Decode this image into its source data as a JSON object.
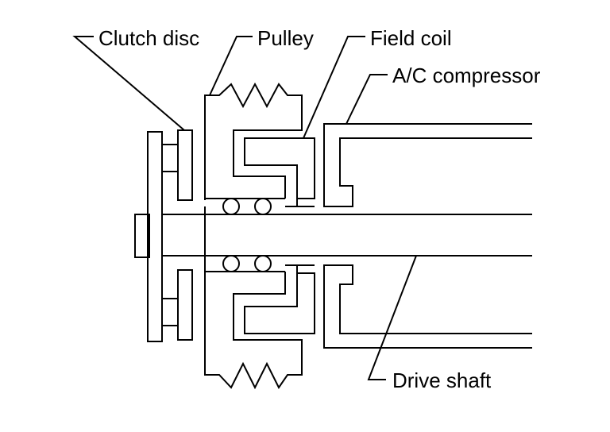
{
  "labels": {
    "clutch_disc": "Clutch disc",
    "pulley": "Pulley",
    "field_coil": "Field coil",
    "compressor": "A/C compressor",
    "drive_shaft": "Drive shaft"
  }
}
